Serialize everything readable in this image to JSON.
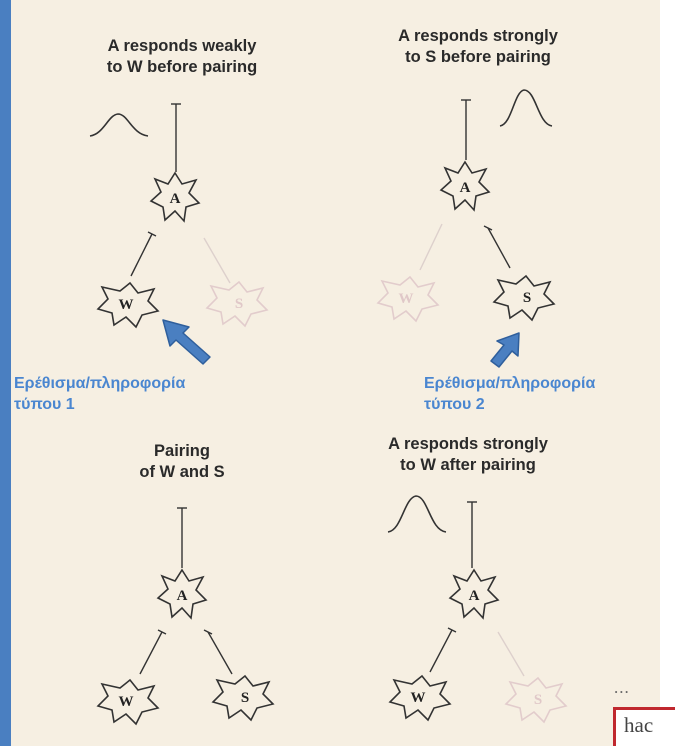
{
  "panels": {
    "top_left": {
      "title": "A responds weakly\nto W before pairing"
    },
    "top_right": {
      "title": "A responds strongly\nto S before pairing"
    },
    "bottom_left": {
      "title": "Pairing\nof W and S"
    },
    "bottom_right": {
      "title": "A responds strongly\nto W after pairing"
    }
  },
  "cells": {
    "a": "A",
    "w": "W",
    "s": "S"
  },
  "captions": {
    "stimulus_1": "Ερέθισμα/πληροφορία\nτύπου 1",
    "stimulus_2": "Ερέθισμα/πληροφορία\nτύπου 2"
  },
  "fragment": {
    "top_text": "...",
    "box_text": "hac"
  },
  "colors": {
    "accent_blue": "#4a86d0",
    "left_bar": "#4a7fc1",
    "paper": "#f6efe2",
    "frame_red": "#c0282e"
  }
}
